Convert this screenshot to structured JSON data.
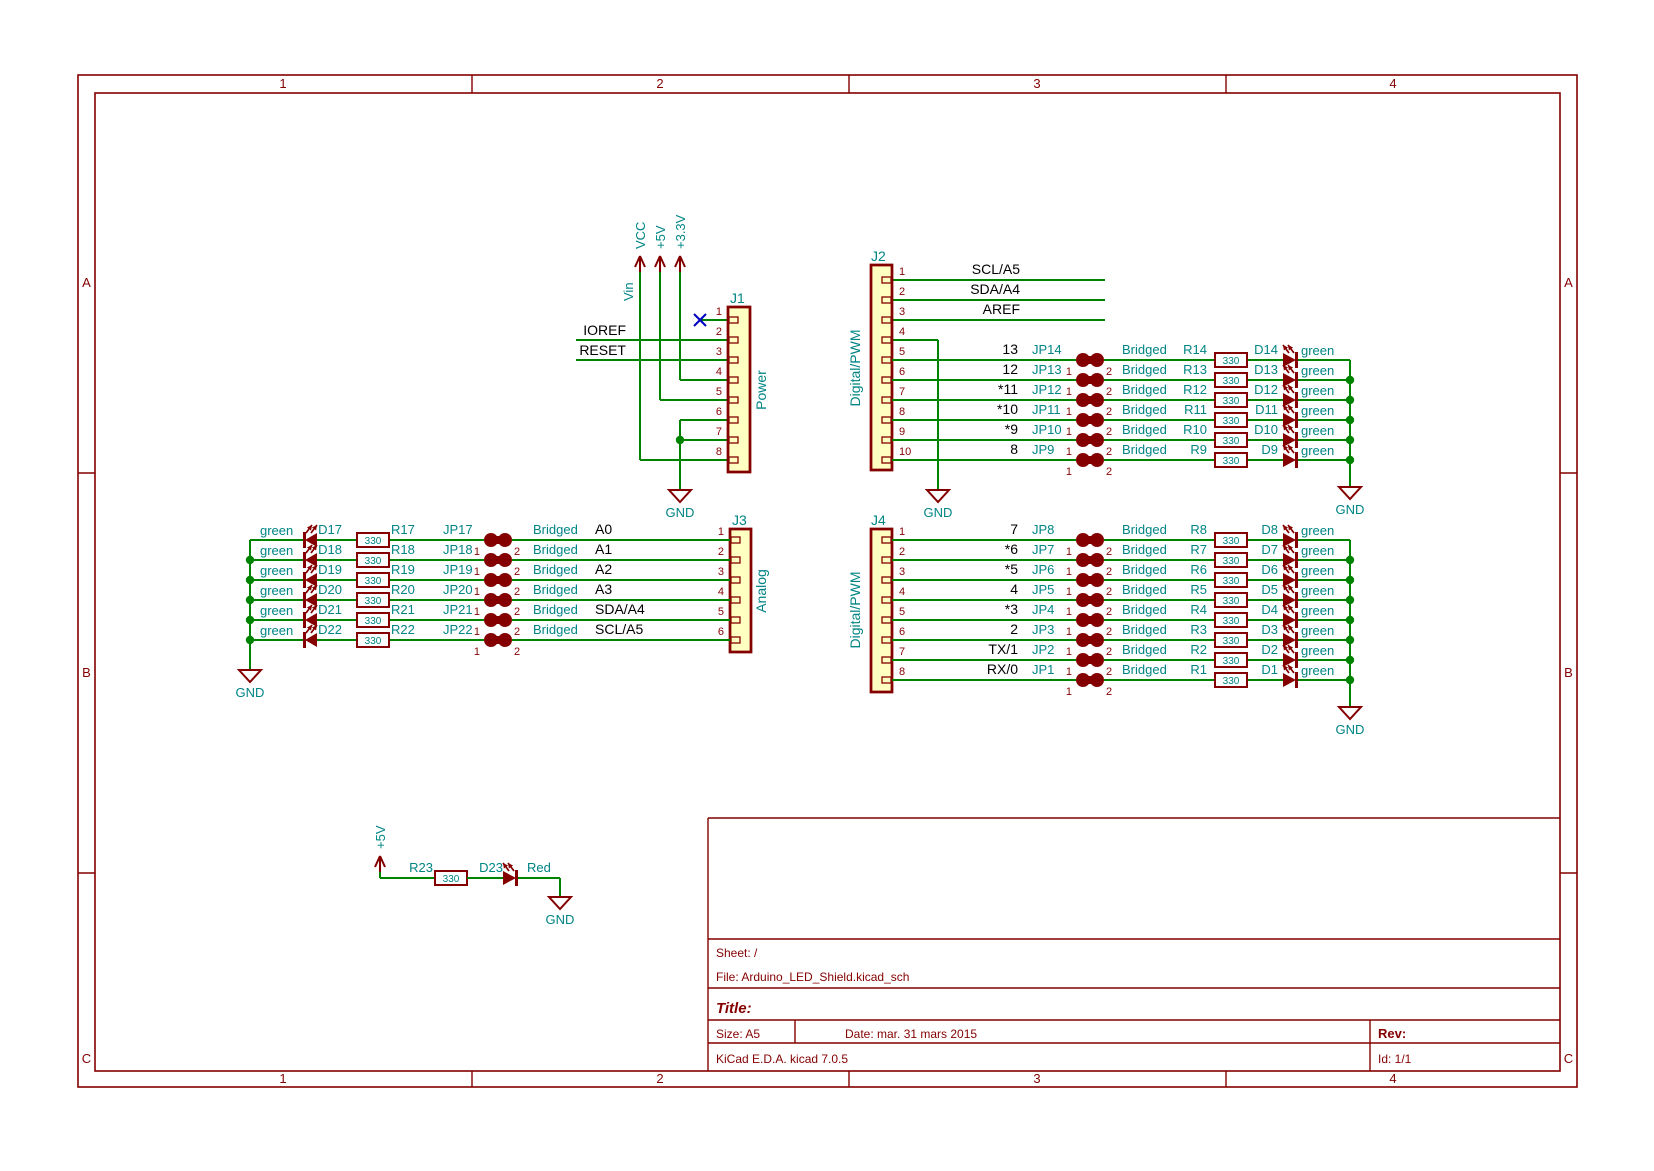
{
  "colors": {
    "dark_red": "#840000",
    "teal": "#008484",
    "wire_green": "#008400",
    "black": "#000000",
    "body_yellow": "#FFFFC2",
    "nc_blue": "#0000C2",
    "white": "#FFFFFF"
  },
  "frame": {
    "columns": [
      "1",
      "2",
      "3",
      "4"
    ],
    "rows": [
      "A",
      "B",
      "C"
    ]
  },
  "title_block": {
    "sheet": "Sheet: /",
    "file": "File: Arduino_LED_Shield.kicad_sch",
    "title_label": "Title:",
    "size": "Size: A5",
    "date": "Date: mar. 31 mars 2015",
    "rev_label": "Rev:",
    "kicad": "KiCad E.D.A.  kicad 7.0.5",
    "id": "Id: 1/1"
  },
  "power": {
    "vcc": "VCC",
    "p5v": "+5V",
    "p3v3": "+3.3V",
    "vin": "Vin",
    "gnd": "GND"
  },
  "jumper_pins": [
    "1",
    "2"
  ],
  "shared": {
    "bridged": "Bridged",
    "green": "green",
    "res_value": "330"
  },
  "connectors": {
    "j1": {
      "ref": "J1",
      "name": "Power",
      "pin_numbers": [
        "1",
        "2",
        "3",
        "4",
        "5",
        "6",
        "7",
        "8"
      ],
      "net_labels": {
        "ioref": "IOREF",
        "reset": "RESET"
      }
    },
    "j2": {
      "ref": "J2",
      "name": "Digital/PWM",
      "pin_numbers": [
        "1",
        "2",
        "3",
        "4",
        "5",
        "6",
        "7",
        "8",
        "9",
        "10"
      ],
      "stub_nets": [
        "SCL/A5",
        "SDA/A4",
        "AREF"
      ]
    },
    "j3": {
      "ref": "J3",
      "name": "Analog",
      "pin_numbers": [
        "1",
        "2",
        "3",
        "4",
        "5",
        "6"
      ]
    },
    "j4": {
      "ref": "J4",
      "name": "Digital/PWM",
      "pin_numbers": [
        "1",
        "2",
        "3",
        "4",
        "5",
        "6",
        "7",
        "8"
      ]
    }
  },
  "led_banks": [
    {
      "id": "digital-high",
      "side": "right",
      "nets": [
        "13",
        "12",
        "*11",
        "*10",
        "*9",
        "8"
      ],
      "jumpers": [
        "JP14",
        "JP13",
        "JP12",
        "JP11",
        "JP10",
        "JP9"
      ],
      "resistors": [
        "R14",
        "R13",
        "R12",
        "R11",
        "R10",
        "R9"
      ],
      "diodes": [
        "D14",
        "D13",
        "D12",
        "D11",
        "D10",
        "D9"
      ]
    },
    {
      "id": "analog",
      "side": "left",
      "nets": [
        "A0",
        "A1",
        "A2",
        "A3",
        "SDA/A4",
        "SCL/A5"
      ],
      "jumpers": [
        "JP17",
        "JP18",
        "JP19",
        "JP20",
        "JP21",
        "JP22"
      ],
      "resistors": [
        "R17",
        "R18",
        "R19",
        "R20",
        "R21",
        "R22"
      ],
      "diodes": [
        "D17",
        "D18",
        "D19",
        "D20",
        "D21",
        "D22"
      ]
    },
    {
      "id": "digital-low",
      "side": "right",
      "nets": [
        "7",
        "*6",
        "*5",
        "4",
        "*3",
        "2",
        "TX/1",
        "RX/0"
      ],
      "jumpers": [
        "JP8",
        "JP7",
        "JP6",
        "JP5",
        "JP4",
        "JP3",
        "JP2",
        "JP1"
      ],
      "resistors": [
        "R8",
        "R7",
        "R6",
        "R5",
        "R4",
        "R3",
        "R2",
        "R1"
      ],
      "diodes": [
        "D8",
        "D7",
        "D6",
        "D5",
        "D4",
        "D3",
        "D2",
        "D1"
      ]
    }
  ],
  "indicator": {
    "power": "+5V",
    "resistor": "R23",
    "value": "330",
    "diode": "D23",
    "color_label": "Red"
  }
}
